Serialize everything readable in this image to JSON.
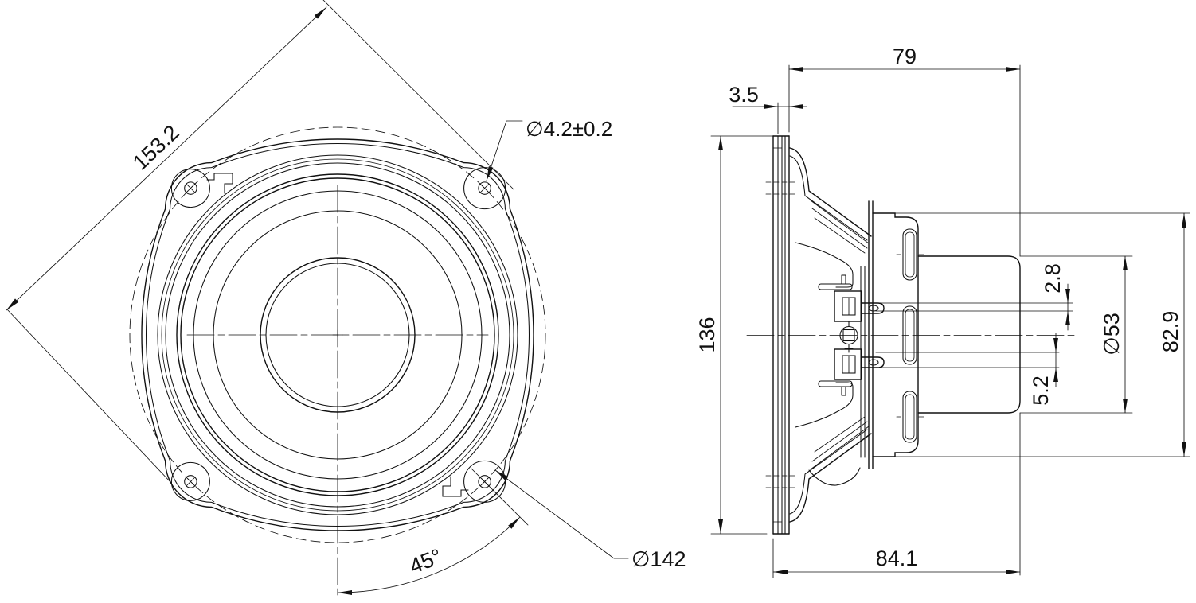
{
  "colors": {
    "line": "#111111",
    "background": "#ffffff"
  },
  "views": {
    "front": {
      "dims": {
        "diagonal": "153.2",
        "mounting_hole": "∅4.2±0.2",
        "bolt_circle": "∅142",
        "hole_angle": "45°"
      }
    },
    "side": {
      "dims": {
        "depth_behind_flange": "79",
        "flange_thickness": "3.5",
        "height": "136",
        "vent_small": "2.8",
        "magnet_diameter": "∅53",
        "rear_diameter": "82.9",
        "vent_large": "5.2",
        "total_depth": "84.1"
      }
    }
  }
}
